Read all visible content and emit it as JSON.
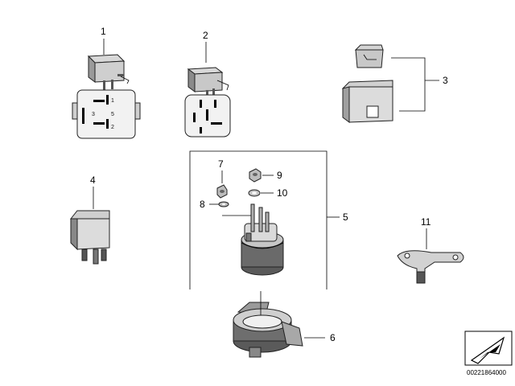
{
  "callouts": {
    "c1": "1",
    "c2": "2",
    "c3": "3",
    "c4": "4",
    "c5": "5",
    "c6": "6",
    "c7": "7",
    "c8": "8",
    "c9": "9",
    "c10": "10",
    "c11": "11"
  },
  "relay1_pins": {
    "p1": "1",
    "p2": "2",
    "p3": "3",
    "p5": "5"
  },
  "catalog_number": "00221864000",
  "colors": {
    "line": "#000000",
    "part_fill": "#e6e6e6",
    "part_shade": "#a8a8a8",
    "part_dark": "#5a5a5a"
  }
}
